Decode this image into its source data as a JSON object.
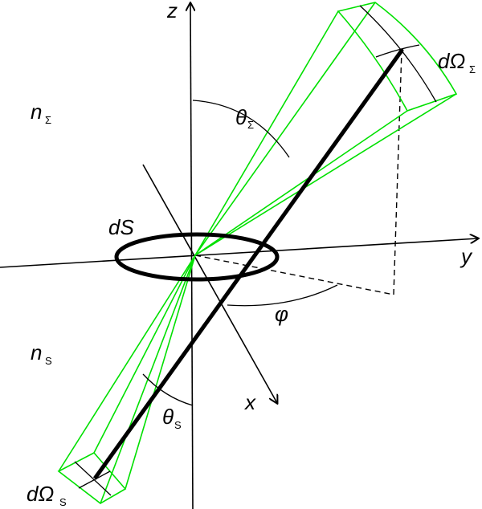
{
  "labels": {
    "z": "z",
    "y": "y",
    "x": "x",
    "dS": "dS",
    "n_sigma": "n",
    "n_sigma_sub": "Σ",
    "n_s": "n",
    "n_s_sub": "S",
    "theta_sigma": "θ",
    "theta_sigma_sub": "Σ",
    "theta_s": "θ",
    "theta_s_sub": "S",
    "phi": "φ",
    "dOmega_sigma": "dΩ",
    "dOmega_sigma_sub": "Σ",
    "dOmega_s": "dΩ",
    "dOmega_s_sub": "S"
  },
  "colors": {
    "cone": "#00e000",
    "line": "#000000"
  }
}
